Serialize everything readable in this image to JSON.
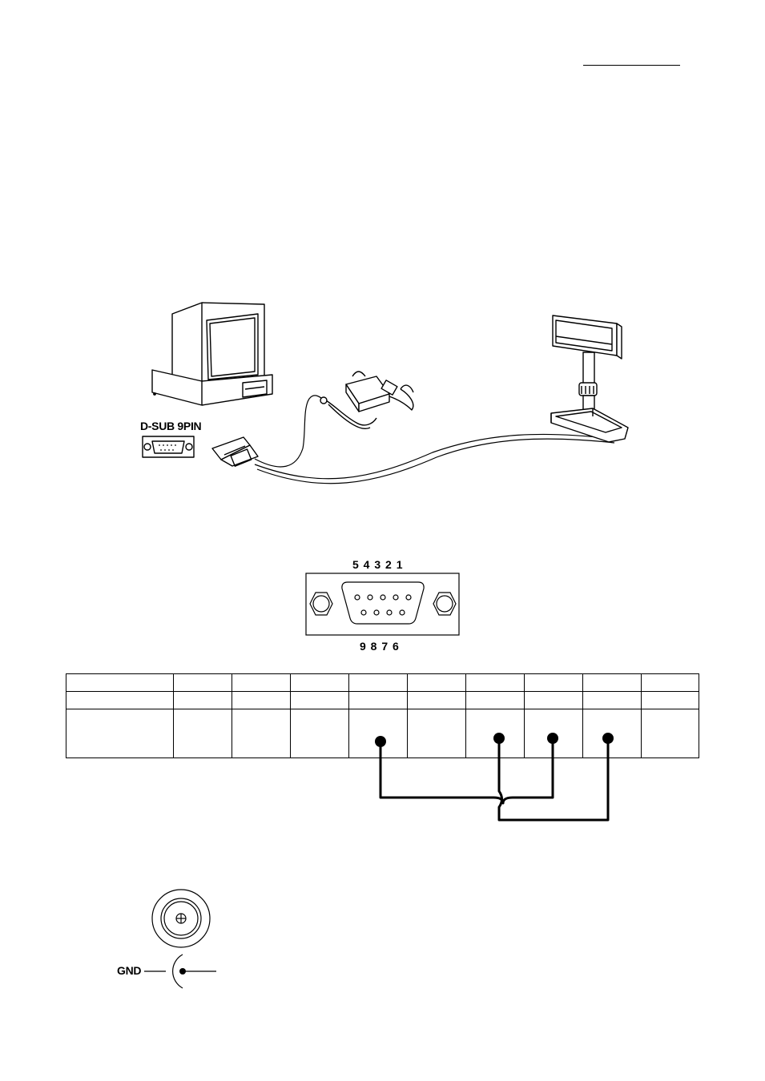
{
  "header": {
    "rule_present": true
  },
  "figure_connection": {
    "port_label": "D-SUB 9PIN",
    "icons": [
      "pc-icon",
      "dsub-port-icon",
      "serial-plug-icon",
      "power-adapter-icon",
      "customer-display-icon"
    ]
  },
  "connector_pinout": {
    "top_row_label": "5 4 3 2 1",
    "bottom_row_label": "9 8 7 6"
  },
  "pin_table": {
    "columns": 10,
    "rows": [
      [
        "",
        "",
        "",
        "",
        "",
        "",
        "",
        "",
        "",
        ""
      ],
      [
        "",
        "",
        "",
        "",
        "",
        "",
        "",
        "",
        "",
        ""
      ],
      [
        "",
        "",
        "",
        "",
        "",
        "",
        "",
        "",
        "",
        ""
      ]
    ],
    "jumpers": [
      {
        "from_column": 5,
        "to_column": 8
      },
      {
        "from_column": 7,
        "to_column": 9
      }
    ]
  },
  "power_jack": {
    "gnd_label": "GND",
    "center_symbol": "⊕"
  }
}
